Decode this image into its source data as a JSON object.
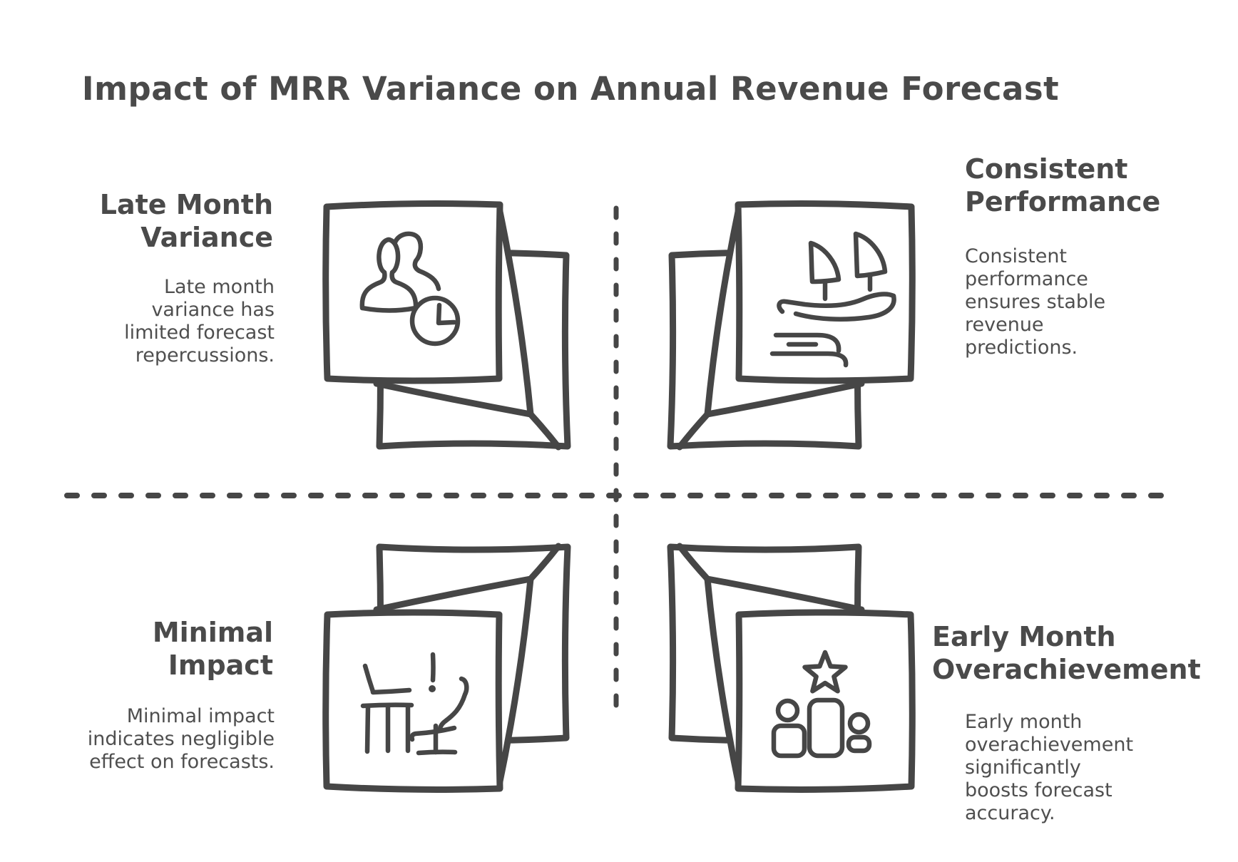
{
  "title": "Impact of MRR Variance on Annual Revenue Forecast",
  "colors": {
    "ink": "#464646",
    "text": "#4a4a4a",
    "background": "#ffffff"
  },
  "dividers": {
    "horizontal": "dashed",
    "vertical": "dashed"
  },
  "quadrants": {
    "top_left": {
      "heading": "Late Month Variance",
      "body": "Late month variance has limited forecast repercussions.",
      "icon": "users-clock-icon"
    },
    "top_right": {
      "heading": "Consistent Performance",
      "body": "Consistent performance ensures stable revenue predictions.",
      "icon": "sailboat-icon"
    },
    "bottom_left": {
      "heading": "Minimal Impact",
      "body": "Minimal impact indicates negligible effect on forecasts.",
      "icon": "desk-workspace-icon"
    },
    "bottom_right": {
      "heading": "Early Month Overachievement",
      "body": "Early month overachievement significantly boosts forecast accuracy.",
      "icon": "winner-podium-icon"
    }
  }
}
